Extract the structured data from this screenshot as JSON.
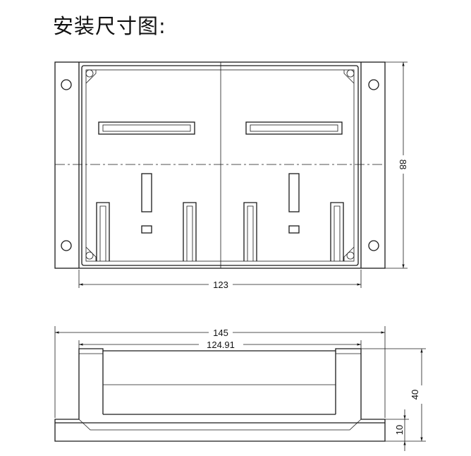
{
  "title": "安装尺寸图:",
  "dimensions": {
    "top_width": "123",
    "top_height": "88",
    "side_overall_width": "145",
    "side_inner_width": "124.91",
    "side_height": "40",
    "side_base_height": "10"
  }
}
